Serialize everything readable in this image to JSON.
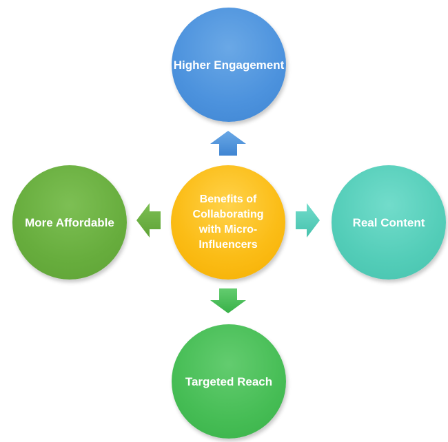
{
  "center": {
    "label": "Benefits of Collaborating with Micro-Influencers"
  },
  "nodes": {
    "top": {
      "label": "Higher Engagement"
    },
    "right": {
      "label": "Real Content"
    },
    "bottom": {
      "label": "Targeted Reach"
    },
    "left": {
      "label": "More Affordable"
    }
  },
  "colors": {
    "center": "#fbbd17",
    "top": "#4c92dd",
    "right": "#53cdb8",
    "bottom": "#46bd55",
    "left": "#67ad3d"
  }
}
